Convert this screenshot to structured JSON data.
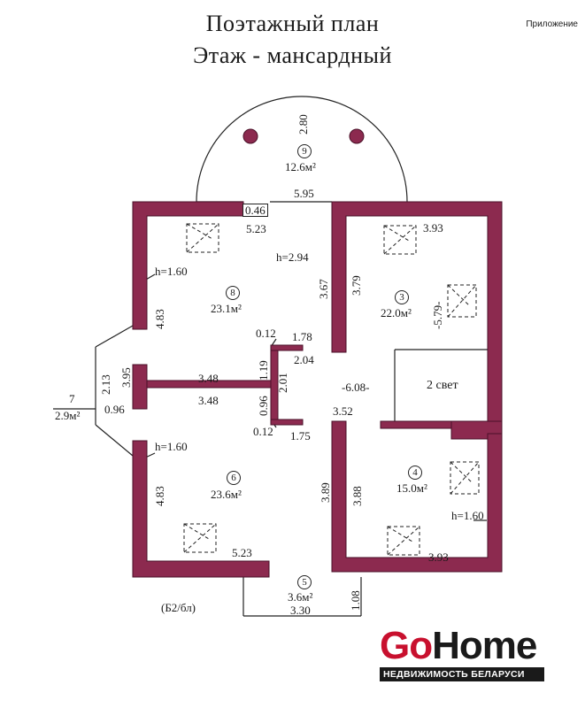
{
  "header": {
    "title": "Поэтажный план",
    "subtitle": "Этаж  - мансардный",
    "appendix": "Приложение"
  },
  "rooms": {
    "r9": {
      "num": "9",
      "area": "12.6м²"
    },
    "r8": {
      "num": "8",
      "area": "23.1м²"
    },
    "r3": {
      "num": "3",
      "area": "22.0м²"
    },
    "r6": {
      "num": "6",
      "area": "23.6м²"
    },
    "r4": {
      "num": "4",
      "area": "15.0м²"
    },
    "r5": {
      "num": "5",
      "area": "3.6м²"
    },
    "r7": {
      "num": "7",
      "area": "2.9м²"
    }
  },
  "dims": {
    "d280": "2.80",
    "d595": "5.95",
    "d046": "0.46",
    "d523a": "5.23",
    "d393a": "3.93",
    "h294": "h=2.94",
    "h160a": "h=1.60",
    "h160b": "h=1.60",
    "h160c": "h=1.60",
    "d483a": "4.83",
    "d367": "3.67",
    "d379": "3.79",
    "d579": "-5.79-",
    "d012a": "0.12",
    "d178": "1.78",
    "d119": "1.19",
    "d204": "2.04",
    "d201": "2.01",
    "d348a": "3.48",
    "d348b": "3.48",
    "d395": "3.95",
    "d213": "2.13",
    "d096a": "0.96",
    "d096b": "0.96",
    "d608": "-6.08-",
    "d352": "3.52",
    "svet": "2 свет",
    "d012b": "0.12",
    "d175": "1.75",
    "d483b": "4.83",
    "d389": "3.89",
    "d388": "3.88",
    "d523b": "5.23",
    "d393b": "3.93",
    "d108": "1.08",
    "d330": "3.30",
    "code": "(Б2/бл)"
  },
  "logo": {
    "go": "Go",
    "home": "Home",
    "tagline": "НЕДВИЖИМОСТЬ БЕЛАРУСИ"
  },
  "colors": {
    "wall": "#8c2a4f",
    "wall_stroke": "#4a1028",
    "line": "#222222",
    "logo_red": "#c8102e"
  }
}
